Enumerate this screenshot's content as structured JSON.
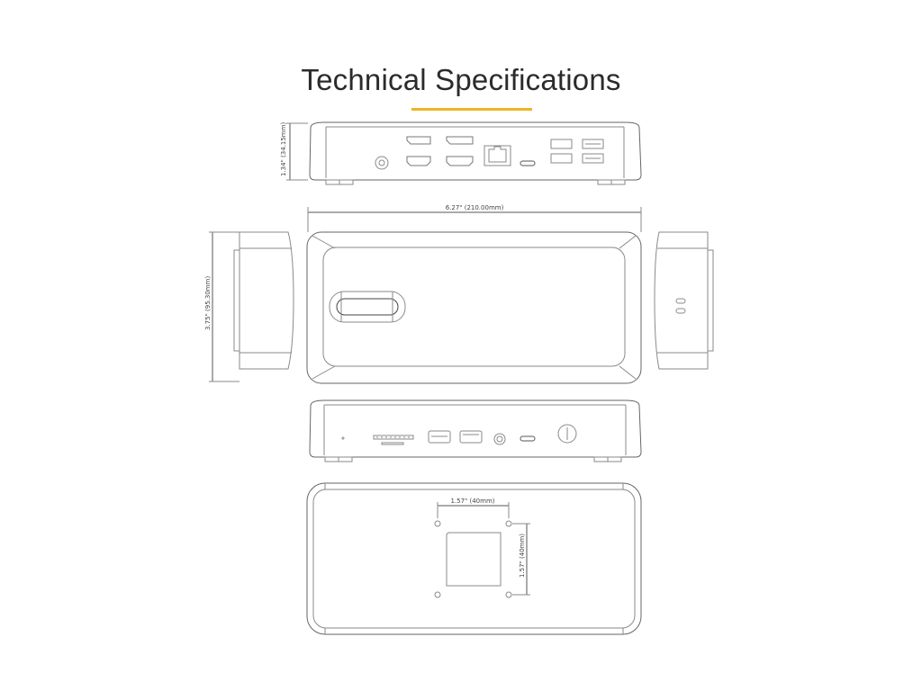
{
  "header": {
    "title": "Technical Specifications",
    "accent_color": "#f0b323"
  },
  "dimensions": {
    "height": "1.34\" (34.15mm)",
    "width": "6.27\" (210.00mm)",
    "depth": "3.75\" (95.30mm)",
    "mount_horizontal": "1.57\" (40mm)",
    "mount_vertical": "1.57\" (40mm)"
  },
  "views": {
    "rear": {
      "ports": [
        "dc-power-input",
        "displayport-1",
        "displayport-2",
        "hdmi-1",
        "hdmi-2",
        "ethernet-rj45",
        "usb-c",
        "usb-a-1",
        "usb-a-2",
        "usb-a-3",
        "usb-a-4"
      ]
    },
    "top": {
      "features": [
        "finger-grip-slot"
      ]
    },
    "left_side": {},
    "right_side": {
      "features": [
        "security-slot"
      ]
    },
    "front": {
      "ports": [
        "led-indicator",
        "sd-card-slot",
        "usb-a-charging",
        "usb-a",
        "audio-jack",
        "usb-c",
        "power-button"
      ]
    },
    "bottom": {
      "features": [
        "vesa-mount-holes",
        "label-area"
      ]
    }
  },
  "colors": {
    "line": "#8a8a8a",
    "line_dark": "#555555"
  }
}
